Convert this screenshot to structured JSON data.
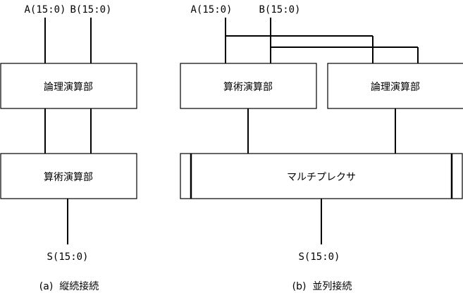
{
  "diagram_a": {
    "input_a": "A(15:0)",
    "input_b": "B(15:0)",
    "block_top": "論理演算部",
    "block_bottom": "算術演算部",
    "output": "S(15:0)",
    "caption": "(a)  縦続接続"
  },
  "diagram_b": {
    "input_a": "A(15:0)",
    "input_b": "B(15:0)",
    "block_left": "算術演算部",
    "block_right": "論理演算部",
    "mux": "マルチプレクサ",
    "output": "S(15:0)",
    "caption": "(b)  並列接続"
  }
}
